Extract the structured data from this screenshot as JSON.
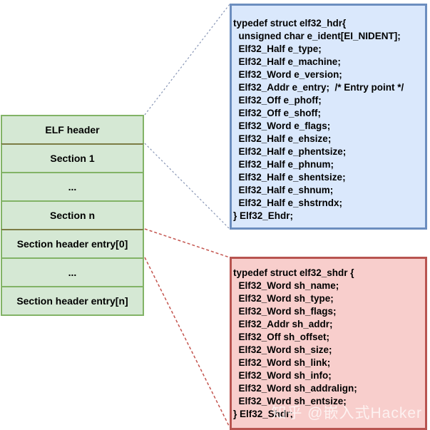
{
  "stack": {
    "items": [
      {
        "label": "ELF header"
      },
      {
        "label": "Section 1"
      },
      {
        "label": "..."
      },
      {
        "label": "Section n"
      },
      {
        "label": "Section header entry[0]"
      },
      {
        "label": "..."
      },
      {
        "label": "Section header entry[n]"
      }
    ]
  },
  "elf_header_struct": {
    "lines": [
      "typedef struct elf32_hdr{",
      "  unsigned char e_ident[EI_NIDENT];",
      "  Elf32_Half e_type;",
      "  Elf32_Half e_machine;",
      "  Elf32_Word e_version;",
      "  Elf32_Addr e_entry;  /* Entry point */",
      "  Elf32_Off e_phoff;",
      "  Elf32_Off e_shoff;",
      "  Elf32_Word e_flags;",
      "  Elf32_Half e_ehsize;",
      "  Elf32_Half e_phentsize;",
      "  Elf32_Half e_phnum;",
      "  Elf32_Half e_shentsize;",
      "  Elf32_Half e_shnum;",
      "  Elf32_Half e_shstrndx;",
      "} Elf32_Ehdr;"
    ]
  },
  "section_header_struct": {
    "lines": [
      "typedef struct elf32_shdr {",
      "  Elf32_Word sh_name;",
      "  Elf32_Word sh_type;",
      "  Elf32_Word sh_flags;",
      "  Elf32_Addr sh_addr;",
      "  Elf32_Off sh_offset;",
      "  Elf32_Word sh_size;",
      "  Elf32_Word sh_link;",
      "  Elf32_Word sh_info;",
      "  Elf32_Word sh_addralign;",
      "  Elf32_Word sh_entsize;",
      "} Elf32_Shdr;"
    ]
  },
  "watermark": "知乎 @嵌入式Hacker",
  "colors": {
    "green_fill": "#d5e8d4",
    "green_stroke": "#82b366",
    "divider_dark": "#7c7c45",
    "blue_fill": "#dae8fc",
    "blue_stroke": "#6c8ebf",
    "red_fill": "#f8cecc",
    "red_stroke": "#b85450",
    "line_blue": "#8795b5",
    "line_red": "#c4554f",
    "text": "#000000",
    "watermark_color": "#ffffff"
  }
}
